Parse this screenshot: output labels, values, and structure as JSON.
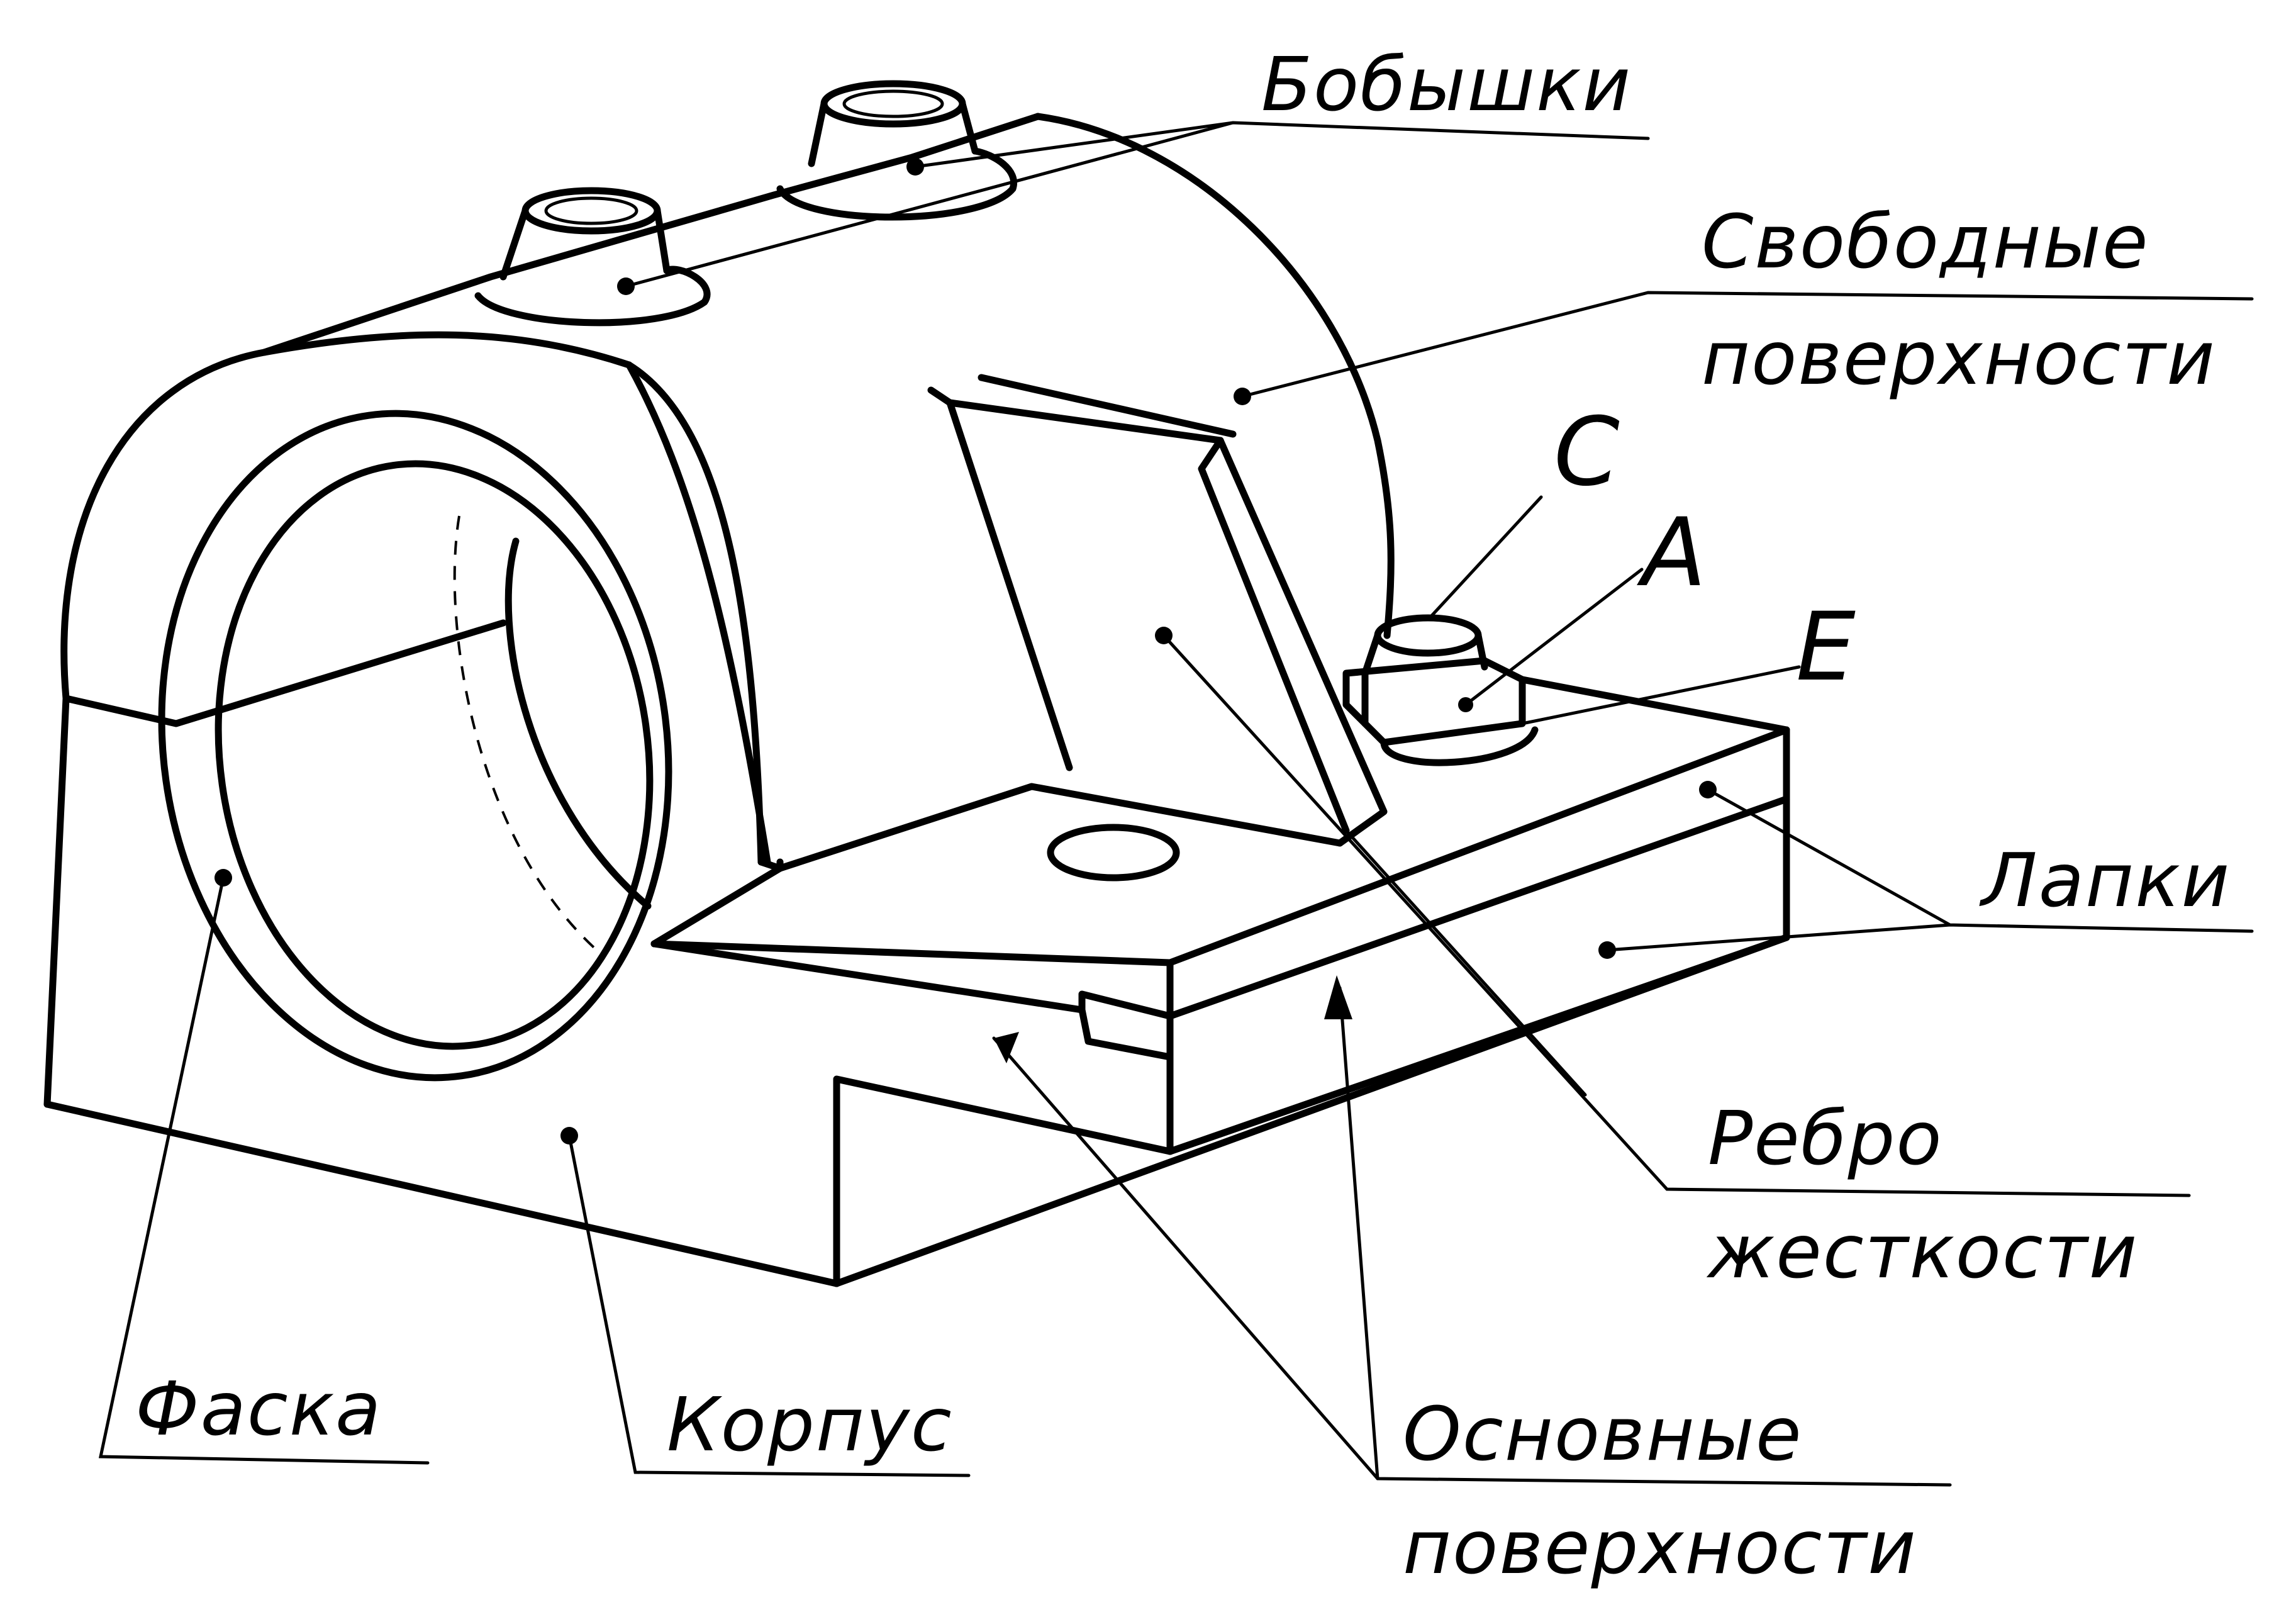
{
  "labels": {
    "bobyshki": "Бобышки",
    "svobodnye_line1": "Свободные",
    "svobodnye_line2": "поверхности",
    "letter_c": "С",
    "letter_a": "А",
    "letter_e": "Е",
    "lapki": "Лапки",
    "rebro_line1": "Ребро",
    "rebro_line2": "жесткости",
    "faska": "Фаска",
    "korpus": "Корпус",
    "osnovnye_line1": "Основные",
    "osnovnye_line2": "поверхности"
  }
}
